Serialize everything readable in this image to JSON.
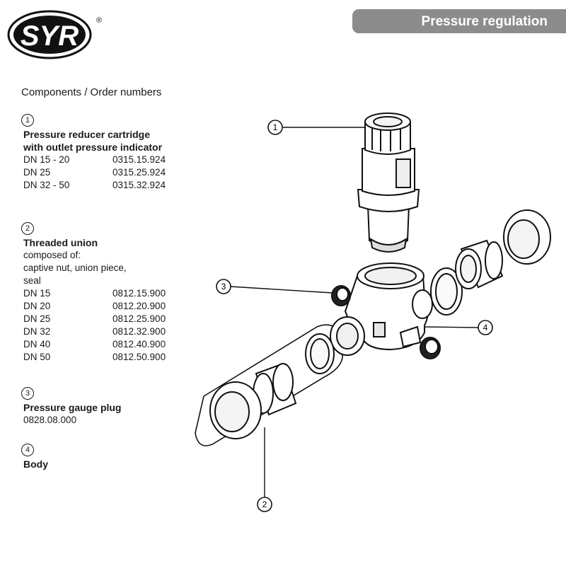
{
  "logo": {
    "text": "SYR",
    "registered": "®"
  },
  "header": {
    "title": "Pressure regulation"
  },
  "section_heading": "Components / Order numbers",
  "components": [
    {
      "number": "1",
      "title_lines": [
        "Pressure reducer cartridge",
        "with outlet pressure indicator"
      ],
      "rows": [
        {
          "dn": "DN 15 - 20",
          "order": "0315.15.924"
        },
        {
          "dn": "DN 25",
          "order": "0315.25.924"
        },
        {
          "dn": "DN 32 - 50",
          "order": "0315.32.924"
        }
      ]
    },
    {
      "number": "2",
      "title_lines": [
        "Threaded union"
      ],
      "desc_lines": [
        "composed of:",
        "captive nut, union piece,",
        "seal"
      ],
      "rows": [
        {
          "dn": "DN 15",
          "order": "0812.15.900"
        },
        {
          "dn": "DN 20",
          "order": "0812.20.900"
        },
        {
          "dn": "DN 25",
          "order": "0812.25.900"
        },
        {
          "dn": "DN 32",
          "order": "0812.32.900"
        },
        {
          "dn": "DN 40",
          "order": "0812.40.900"
        },
        {
          "dn": "DN 50",
          "order": "0812.50.900"
        }
      ]
    },
    {
      "number": "3",
      "title_lines": [
        "Pressure gauge plug"
      ],
      "order": "0828.08.000"
    },
    {
      "number": "4",
      "title_lines": [
        "Body"
      ]
    }
  ],
  "callouts": [
    "1",
    "2",
    "3",
    "4"
  ]
}
